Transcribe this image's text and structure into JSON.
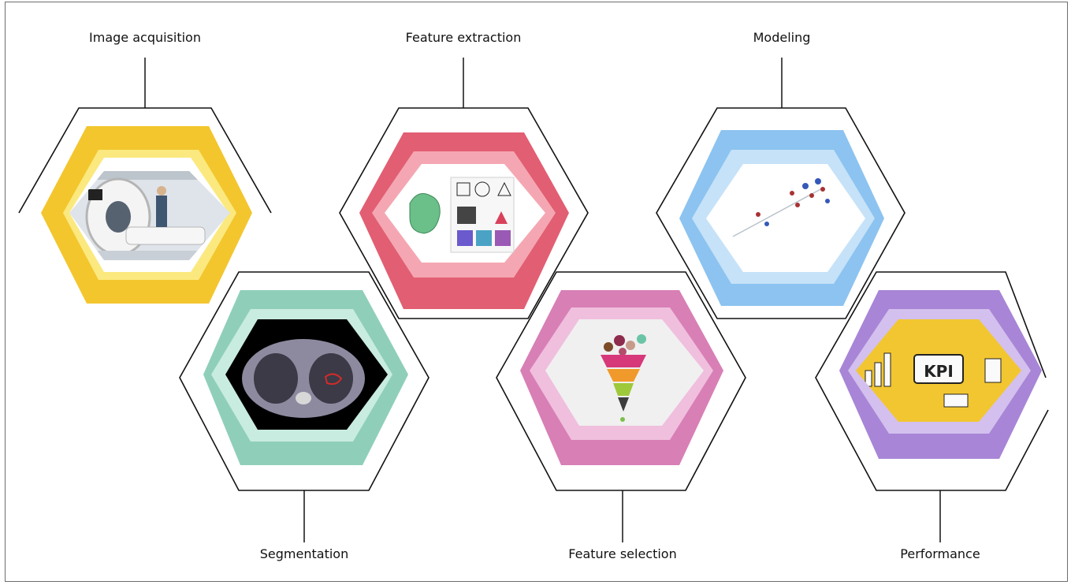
{
  "steps": [
    {
      "label": "Image acquisition",
      "color": "#f3c62e",
      "light": "#fbe97f",
      "inner": "#ffffff",
      "image": "ct-scanner-room"
    },
    {
      "label": "Segmentation",
      "color": "#8fcfb9",
      "light": "#c9ece0",
      "inner": "#ffffff",
      "image": "ct-slice-segmentation"
    },
    {
      "label": "Feature extraction",
      "color": "#e25e72",
      "light": "#f4a7b2",
      "inner": "#ffffff",
      "image": "feature-extraction-graphic"
    },
    {
      "label": "Feature selection",
      "color": "#d87fb6",
      "light": "#f0bfdd",
      "inner": "#ffffff",
      "image": "feature-funnel"
    },
    {
      "label": "Modeling",
      "color": "#8cc3f0",
      "light": "#c6e2f8",
      "inner": "#ffffff",
      "image": "scatter-plot"
    },
    {
      "label": "Performance",
      "color": "#a885d6",
      "light": "#d3c0ee",
      "inner": "#f2c631",
      "image": "kpi-illustration"
    }
  ]
}
